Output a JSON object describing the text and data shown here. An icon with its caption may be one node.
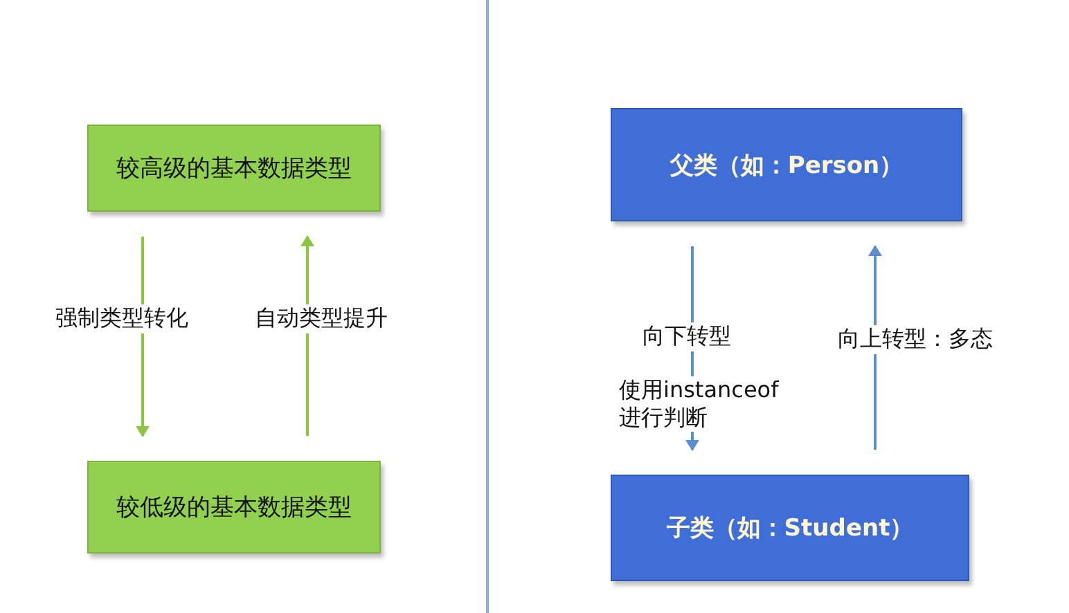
{
  "diagram": {
    "nodes": [
      {
        "text": [
          "较高级的基本数据类型"
        ]
      },
      {
        "text": [
          "较低级的基本数据类型"
        ]
      },
      {
        "text": [
          "父类（如：Person）"
        ]
      },
      {
        "text": [
          "子类（如：Student）"
        ]
      }
    ],
    "edges": [
      {
        "from": 0,
        "to": 1,
        "arrow": "to",
        "label": "强制类型转化",
        "color": "#8dc63f"
      },
      {
        "from": 1,
        "to": 0,
        "arrow": "to",
        "label": "自动类型提升",
        "color": "#8dc63f"
      },
      {
        "from": 2,
        "to": 3,
        "arrow": "to",
        "label": "向下转型",
        "color": "#5b8fd0"
      },
      {
        "from": 3,
        "to": 2,
        "arrow": "to",
        "label": "向上转型：多态",
        "color": "#5b8fd0"
      }
    ],
    "labels": [
      "使用instanceof 进行判断"
    ]
  }
}
